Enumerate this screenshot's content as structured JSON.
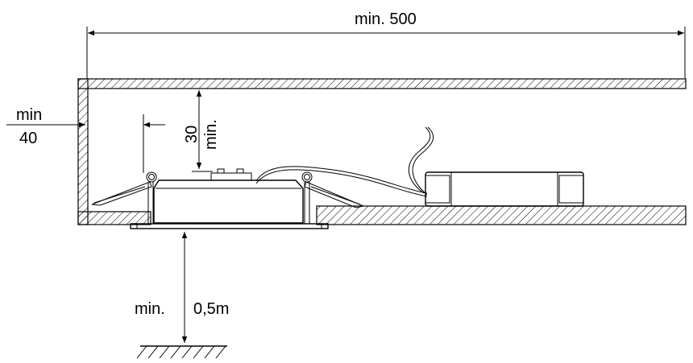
{
  "labels": {
    "top_width": "min. 500",
    "left_clearance_line1": "min",
    "left_clearance_line2": "40",
    "top_clearance_value": "30",
    "top_clearance_unit": "min.",
    "floor_distance_prefix": "min.",
    "floor_distance_value": "0,5m"
  },
  "colors": {
    "line": "#000000",
    "background": "#ffffff"
  }
}
